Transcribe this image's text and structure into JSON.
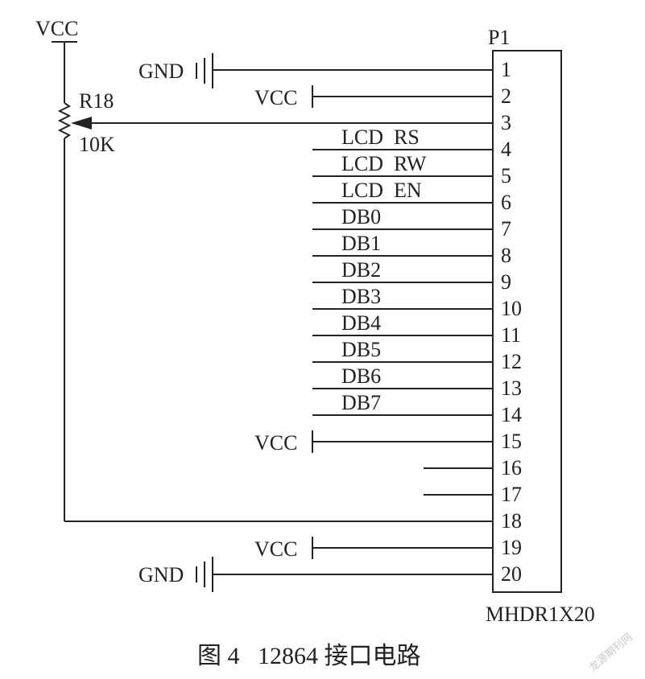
{
  "power_top": {
    "label": "VCC"
  },
  "resistor": {
    "ref": "R18",
    "value": "10K"
  },
  "connector": {
    "ref": "P1",
    "part": "MHDR1X20"
  },
  "pins": [
    {
      "num": "1",
      "net": "GND"
    },
    {
      "num": "2",
      "net": "VCC"
    },
    {
      "num": "3",
      "net": ""
    },
    {
      "num": "4",
      "net": "LCD  RS"
    },
    {
      "num": "5",
      "net": "LCD  RW"
    },
    {
      "num": "6",
      "net": "LCD  EN"
    },
    {
      "num": "7",
      "net": "DB0"
    },
    {
      "num": "8",
      "net": "DB1"
    },
    {
      "num": "9",
      "net": "DB2"
    },
    {
      "num": "10",
      "net": "DB3"
    },
    {
      "num": "11",
      "net": "DB4"
    },
    {
      "num": "12",
      "net": "DB5"
    },
    {
      "num": "13",
      "net": "DB6"
    },
    {
      "num": "14",
      "net": "DB7"
    },
    {
      "num": "15",
      "net": "VCC"
    },
    {
      "num": "16",
      "net": ""
    },
    {
      "num": "17",
      "net": ""
    },
    {
      "num": "18",
      "net": ""
    },
    {
      "num": "19",
      "net": "VCC"
    },
    {
      "num": "20",
      "net": "GND"
    }
  ],
  "caption": "图 4   12864 接口电路",
  "watermark": "龙源期刊网"
}
